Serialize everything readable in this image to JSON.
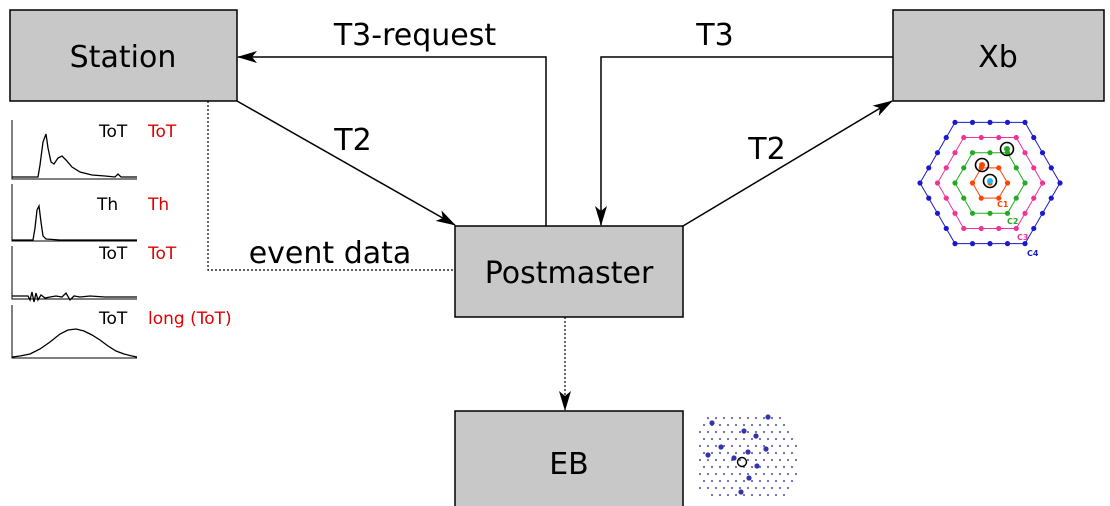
{
  "nodes": {
    "station": "Station",
    "xb": "Xb",
    "postmaster": "Postmaster",
    "eb": "EB"
  },
  "edges": {
    "t3_request": "T3-request",
    "t3": "T3",
    "t2_station": "T2",
    "t2_xb": "T2",
    "event_data": "event data"
  },
  "traces": [
    {
      "black": "ToT",
      "red": "ToT"
    },
    {
      "black": "Th",
      "red": "Th"
    },
    {
      "black": "ToT",
      "red": "ToT"
    },
    {
      "black": "ToT",
      "red": "long (ToT)"
    }
  ],
  "rings": {
    "c1": "C1",
    "c2": "C2",
    "c3": "C3",
    "c4": "C4"
  },
  "colors": {
    "box_fill": "#c8c8c8",
    "red_label": "#e00000",
    "ring_c1": "#ff4400",
    "ring_c2": "#22aa22",
    "ring_c3": "#ee3399",
    "ring_c4": "#1a1acc",
    "eb_dots": "#6666bb"
  }
}
